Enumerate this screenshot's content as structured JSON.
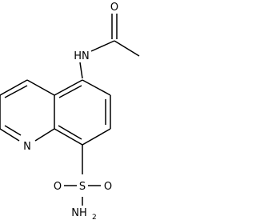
{
  "molecule": {
    "atoms": {
      "carbonyl_oxygen": "O",
      "amide_nh": "HN",
      "ring_nitrogen": "N",
      "sulfur": "S",
      "sulfonyl_oxygen_left": "O",
      "sulfonyl_oxygen_right": "O",
      "sulfonamide_n": "NH",
      "sulfonamide_h_count": "2"
    }
  }
}
